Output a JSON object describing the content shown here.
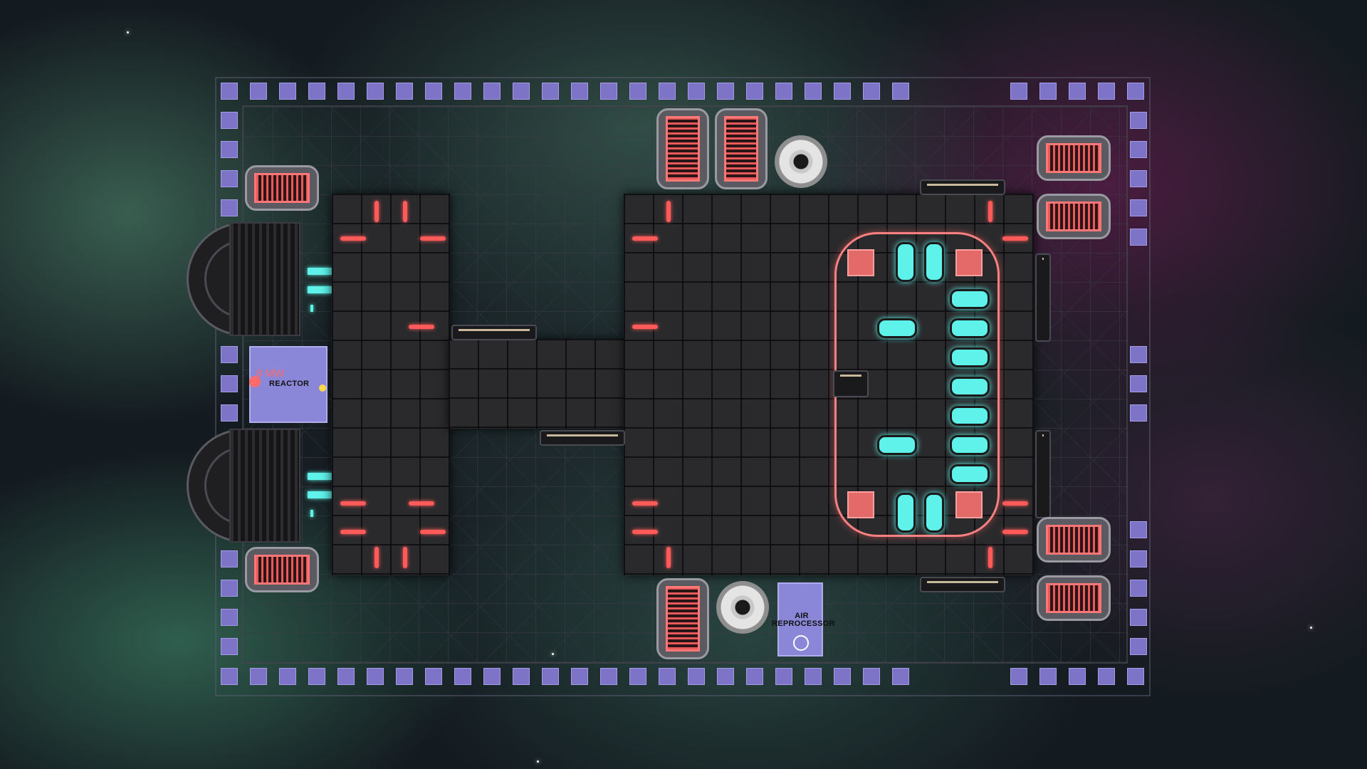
{
  "ship_systems": {
    "reactor": {
      "label": "REACTOR",
      "power_label": "8 MW"
    },
    "air_reprocessor": {
      "label": "AIR REPROCESSOR"
    }
  },
  "colors": {
    "shield_tile": "#7d74c8",
    "hull": "#2a2a2c",
    "crew_seat": "#5ff2ea",
    "heat_light": "#ff5a5a"
  }
}
